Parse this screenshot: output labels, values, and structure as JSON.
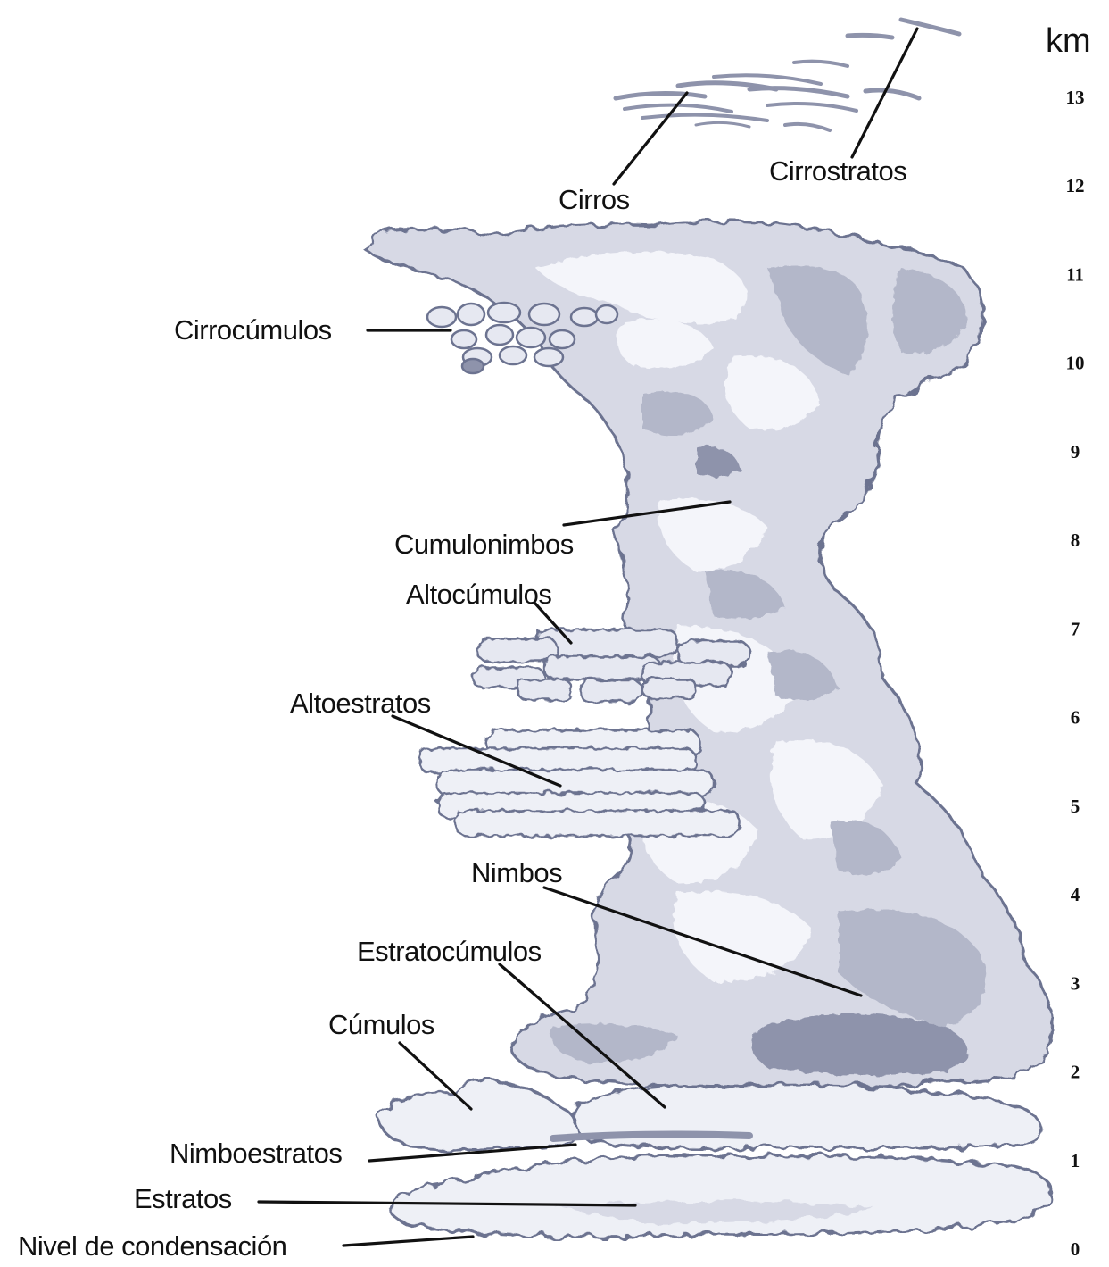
{
  "unit": "km",
  "ticks": [
    "0",
    "1",
    "2",
    "3",
    "4",
    "5",
    "6",
    "7",
    "8",
    "9",
    "10",
    "11",
    "12",
    "13"
  ],
  "labels": {
    "cirros": "Cirros",
    "cirrostratos": "Cirrostratos",
    "cirrocumulos": "Cirrocúmulos",
    "cumulonimbos": "Cumulonimbos",
    "altocumulos": "Altocúmulos",
    "altoestratos": "Altoestratos",
    "nimbos": "Nimbos",
    "estratocumulos": "Estratocúmulos",
    "cumulos": "Cúmulos",
    "nimboestratos": "Nimboestratos",
    "estratos": "Estratos",
    "nivel": "Nivel de condensación"
  },
  "colors": {
    "cloud_light": "#f4f5fa",
    "cloud_mid": "#d7d9e5",
    "cloud_shade": "#b3b7c9",
    "cloud_dark": "#8e93ab",
    "outline": "#6c7390"
  }
}
